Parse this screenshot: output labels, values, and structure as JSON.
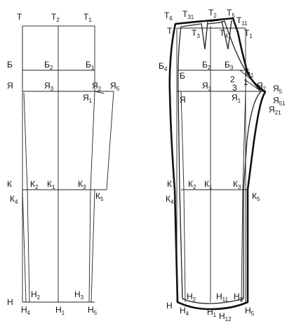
{
  "left_pattern": {
    "labels": {
      "T": {
        "main": "Т",
        "sub": ""
      },
      "T2": {
        "main": "Т",
        "sub": "2"
      },
      "T1": {
        "main": "Т",
        "sub": "1"
      },
      "B": {
        "main": "Б",
        "sub": ""
      },
      "B2": {
        "main": "Б",
        "sub": "2"
      },
      "B1": {
        "main": "Б",
        "sub": "1"
      },
      "Ya": {
        "main": "Я",
        "sub": ""
      },
      "Ya3": {
        "main": "Я",
        "sub": "3"
      },
      "Ya2": {
        "main": "Я",
        "sub": "2"
      },
      "Ya5": {
        "main": "Я",
        "sub": "5"
      },
      "Ya1": {
        "main": "Я",
        "sub": "1"
      },
      "K": {
        "main": "К",
        "sub": ""
      },
      "K2": {
        "main": "К",
        "sub": "2"
      },
      "K1": {
        "main": "К",
        "sub": "1"
      },
      "K3": {
        "main": "К",
        "sub": "3"
      },
      "K4": {
        "main": "К",
        "sub": "4"
      },
      "K5": {
        "main": "К",
        "sub": "5"
      },
      "N": {
        "main": "Н",
        "sub": ""
      },
      "N2": {
        "main": "Н",
        "sub": "2"
      },
      "N3": {
        "main": "Н",
        "sub": "3"
      },
      "N4": {
        "main": "Н",
        "sub": "4"
      },
      "N1": {
        "main": "Н",
        "sub": "1"
      },
      "N5": {
        "main": "Н",
        "sub": "5"
      }
    }
  },
  "right_pattern": {
    "labels": {
      "T6": {
        "main": "Т",
        "sub": "6"
      },
      "T31": {
        "main": "Т",
        "sub": "31"
      },
      "T2": {
        "main": "Т",
        "sub": "2"
      },
      "T5": {
        "main": "Т",
        "sub": "5"
      },
      "T11": {
        "main": "Т",
        "sub": "11"
      },
      "T": {
        "main": "Т",
        "sub": ""
      },
      "T3": {
        "main": "Т",
        "sub": "3"
      },
      "T4": {
        "main": "Т",
        "sub": "4"
      },
      "T1": {
        "main": "Т",
        "sub": "1"
      },
      "B4": {
        "main": "Б",
        "sub": "4"
      },
      "B": {
        "main": "Б",
        "sub": ""
      },
      "B2": {
        "main": "Б",
        "sub": "2"
      },
      "B3": {
        "main": "Б",
        "sub": "3"
      },
      "B1": {
        "main": "Б",
        "sub": "1"
      },
      "n2": {
        "main": "2",
        "sub": ""
      },
      "n1": {
        "main": "1",
        "sub": ""
      },
      "n3": {
        "main": "3",
        "sub": ""
      },
      "Ya2": {
        "main": "Я",
        "sub": "2"
      },
      "Ya5": {
        "main": "Я",
        "sub": "5"
      },
      "Ya3": {
        "main": "Я",
        "sub": "3"
      },
      "Ya": {
        "main": "Я",
        "sub": ""
      },
      "Ya1": {
        "main": "Я",
        "sub": "1"
      },
      "Ya51": {
        "main": "Я",
        "sub": "51"
      },
      "Ya21": {
        "main": "Я",
        "sub": "21"
      },
      "K": {
        "main": "К",
        "sub": ""
      },
      "K2": {
        "main": "К",
        "sub": "2"
      },
      "K1": {
        "main": "К",
        "sub": "1"
      },
      "K3": {
        "main": "К",
        "sub": "3"
      },
      "K4": {
        "main": "К",
        "sub": "4"
      },
      "K5": {
        "main": "К",
        "sub": "5"
      },
      "N": {
        "main": "Н",
        "sub": ""
      },
      "N2": {
        "main": "Н",
        "sub": "2"
      },
      "N11": {
        "main": "Н",
        "sub": "11"
      },
      "N3": {
        "main": "Н",
        "sub": "3"
      },
      "N4": {
        "main": "Н",
        "sub": "4"
      },
      "N1": {
        "main": "Н",
        "sub": "1"
      },
      "N12": {
        "main": "Н",
        "sub": "12"
      },
      "N5": {
        "main": "Н",
        "sub": "5"
      }
    }
  }
}
